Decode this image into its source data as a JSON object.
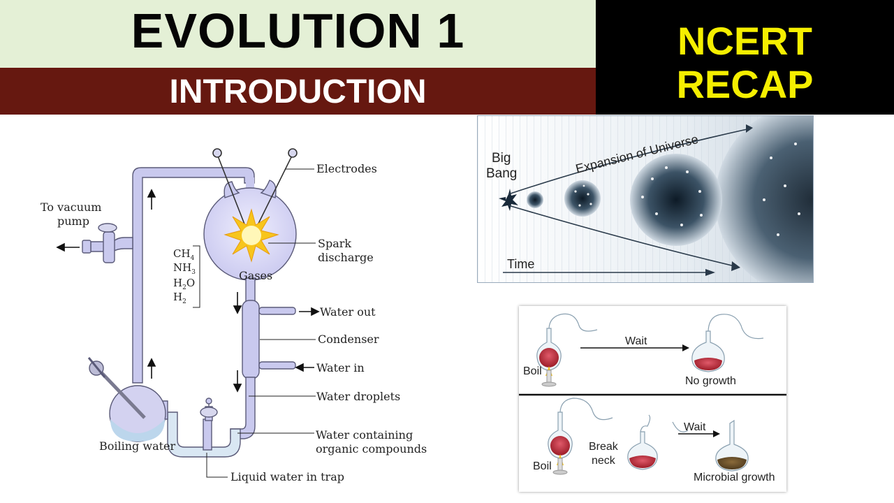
{
  "header": {
    "title": "EVOLUTION 1",
    "subtitle": "INTRODUCTION",
    "badge_line1": "NCERT",
    "badge_line2": "RECAP"
  },
  "miller_apparatus": {
    "labels": {
      "electrodes": "Electrodes",
      "vacuum_line1": "To vacuum",
      "vacuum_line2": "pump",
      "spark_line1": "Spark",
      "spark_line2": "discharge",
      "gases": "Gases",
      "water_out": "Water out",
      "condenser": "Condenser",
      "water_in": "Water in",
      "water_droplets": "Water droplets",
      "organic_line1": "Water containing",
      "organic_line2": "organic compounds",
      "boiling_water": "Boiling water",
      "trap": "Liquid water in trap"
    },
    "gases_list": [
      {
        "base": "CH",
        "sub": "4"
      },
      {
        "base": "NH",
        "sub": "3"
      },
      {
        "base": "H",
        "sub": "2",
        "tail": "O"
      },
      {
        "base": "H",
        "sub": "2"
      }
    ]
  },
  "universe": {
    "big": "Big",
    "bang": "Bang",
    "expansion": "Expansion of Universe",
    "time": "Time"
  },
  "pasteur": {
    "top": {
      "boil": "Boil",
      "wait": "Wait",
      "result": "No growth"
    },
    "bottom": {
      "boil": "Boil",
      "break_line1": "Break",
      "break_line2": "neck",
      "wait": "Wait",
      "result": "Microbial growth"
    }
  },
  "colors": {
    "brand_band": "#661810",
    "title_band": "#e4f0d6",
    "badge_text": "#f5ef00",
    "tube": "#c9c9ee"
  }
}
